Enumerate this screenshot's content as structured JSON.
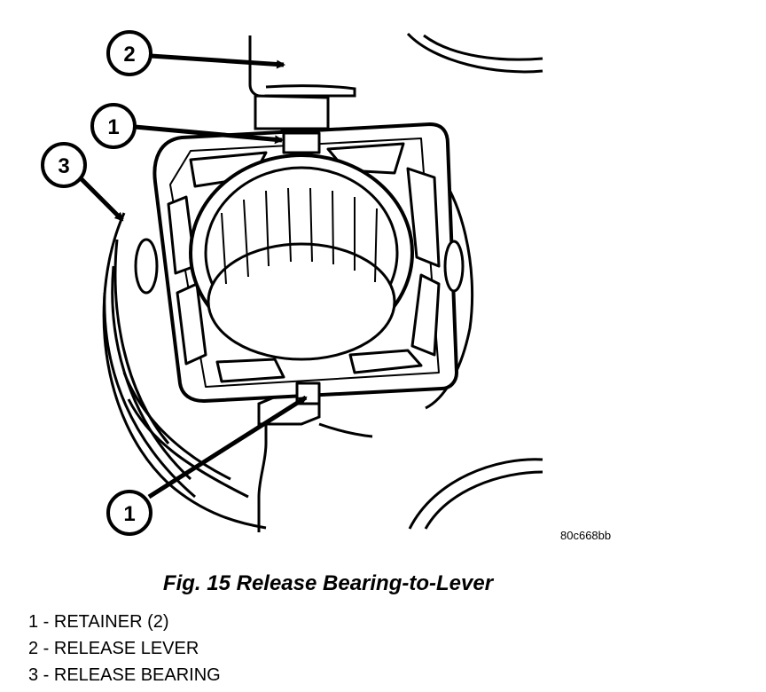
{
  "figure": {
    "code": "80c668bb",
    "caption": "Fig. 15 Release Bearing-to-Lever",
    "callouts": [
      "2",
      "1",
      "3",
      "1"
    ],
    "legend": [
      "1 - RETAINER (2)",
      "2 - RELEASE LEVER",
      "3 - RELEASE BEARING"
    ]
  }
}
